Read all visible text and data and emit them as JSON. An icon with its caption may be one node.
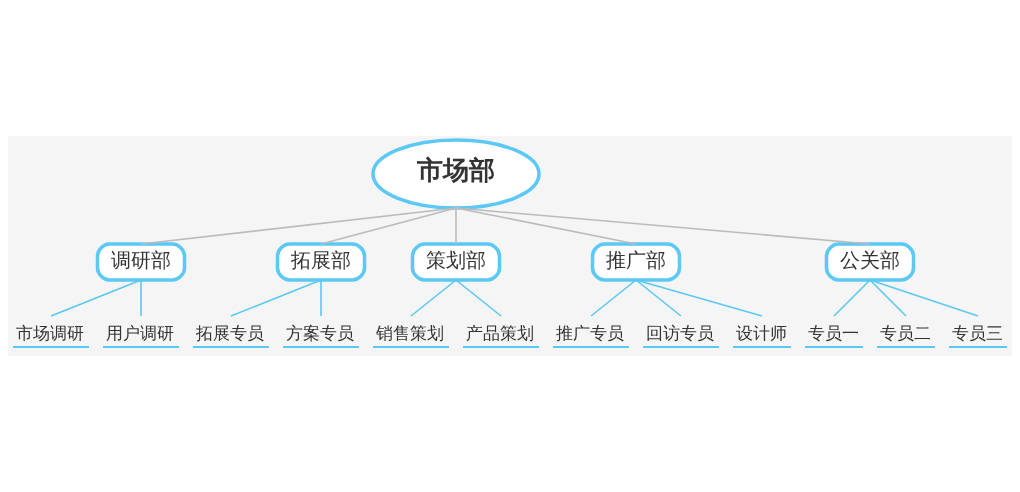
{
  "diagram": {
    "nodes": [
      {
        "text": [
          "市场部"
        ]
      },
      {
        "text": [
          "调研部"
        ]
      },
      {
        "text": [
          "拓展部"
        ]
      },
      {
        "text": [
          "策划部"
        ]
      },
      {
        "text": [
          "推广部"
        ]
      },
      {
        "text": [
          "公关部"
        ]
      },
      {
        "text": [
          "市场调研"
        ]
      },
      {
        "text": [
          "用户调研"
        ]
      },
      {
        "text": [
          "拓展专员"
        ]
      },
      {
        "text": [
          "方案专员"
        ]
      },
      {
        "text": [
          "销售策划"
        ]
      },
      {
        "text": [
          "产品策划"
        ]
      },
      {
        "text": [
          "推广专员"
        ]
      },
      {
        "text": [
          "回访专员"
        ]
      },
      {
        "text": [
          "设计师"
        ]
      },
      {
        "text": [
          "专员一"
        ]
      },
      {
        "text": [
          "专员二"
        ]
      },
      {
        "text": [
          "专员三"
        ]
      }
    ],
    "edges": [
      {
        "from": 0,
        "to": 1,
        "arrow": "none",
        "color": "#bbbbbb"
      },
      {
        "from": 0,
        "to": 2,
        "arrow": "none",
        "color": "#bbbbbb"
      },
      {
        "from": 0,
        "to": 3,
        "arrow": "none",
        "color": "#bbbbbb"
      },
      {
        "from": 0,
        "to": 4,
        "arrow": "none",
        "color": "#bbbbbb"
      },
      {
        "from": 0,
        "to": 5,
        "arrow": "none",
        "color": "#bbbbbb"
      },
      {
        "from": 1,
        "to": 6,
        "arrow": "none"
      },
      {
        "from": 1,
        "to": 7,
        "arrow": "none"
      },
      {
        "from": 2,
        "to": 8,
        "arrow": "none"
      },
      {
        "from": 2,
        "to": 9,
        "arrow": "none"
      },
      {
        "from": 3,
        "to": 10,
        "arrow": "none"
      },
      {
        "from": 3,
        "to": 11,
        "arrow": "none"
      },
      {
        "from": 4,
        "to": 12,
        "arrow": "none"
      },
      {
        "from": 4,
        "to": 13,
        "arrow": "none"
      },
      {
        "from": 4,
        "to": 14,
        "arrow": "none"
      },
      {
        "from": 5,
        "to": 15,
        "arrow": "none"
      },
      {
        "from": 5,
        "to": 16,
        "arrow": "none"
      },
      {
        "from": 5,
        "to": 17,
        "arrow": "none"
      }
    ]
  }
}
